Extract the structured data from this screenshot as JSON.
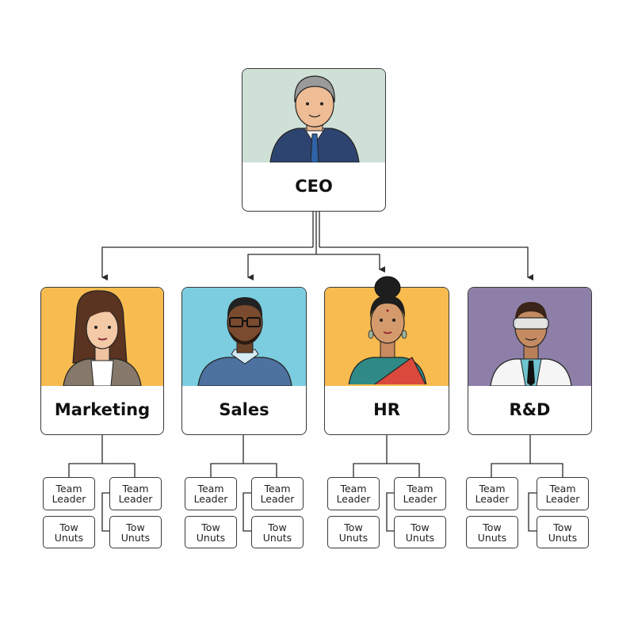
{
  "ceo": {
    "title": "CEO",
    "bg_color": "#cfe0d6"
  },
  "departments": [
    {
      "title": "Marketing",
      "bg_color": "#f8bb4f",
      "sub_units": [
        {
          "line1": "Team",
          "line2": "Leader"
        },
        {
          "line1": "Team",
          "line2": "Leader"
        },
        {
          "line1": "Tow",
          "line2": "Unuts"
        },
        {
          "line1": "Tow",
          "line2": "Unuts"
        }
      ]
    },
    {
      "title": "Sales",
      "bg_color": "#7ccde0",
      "sub_units": [
        {
          "line1": "Team",
          "line2": "Leader"
        },
        {
          "line1": "Team",
          "line2": "Leader"
        },
        {
          "line1": "Tow",
          "line2": "Unuts"
        },
        {
          "line1": "Tow",
          "line2": "Unuts"
        }
      ]
    },
    {
      "title": "HR",
      "bg_color": "#f8bb4f",
      "sub_units": [
        {
          "line1": "Team",
          "line2": "Leader"
        },
        {
          "line1": "Team",
          "line2": "Leader"
        },
        {
          "line1": "Tow",
          "line2": "Unuts"
        },
        {
          "line1": "Tow",
          "line2": "Unuts"
        }
      ]
    },
    {
      "title": "R&D",
      "bg_color": "#8e7fa8",
      "sub_units": [
        {
          "line1": "Team",
          "line2": "Leader"
        },
        {
          "line1": "Team",
          "line2": "Leader"
        },
        {
          "line1": "Tow",
          "line2": "Unuts"
        },
        {
          "line1": "Tow",
          "line2": "Unuts"
        }
      ]
    }
  ],
  "colors": {
    "line": "#2a2a2a",
    "border": "#3a3a3a"
  }
}
